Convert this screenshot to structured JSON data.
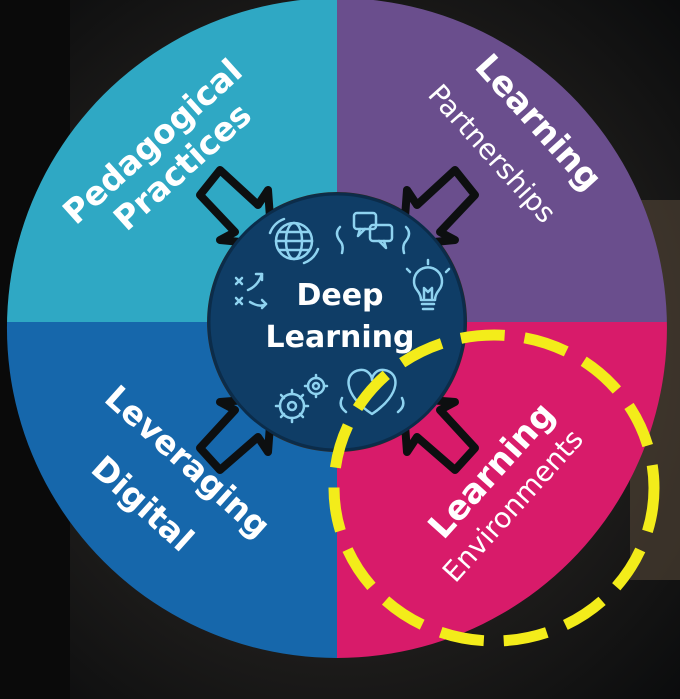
{
  "diagram": {
    "center": {
      "line1": "Deep",
      "line2": "Learning",
      "icons": [
        "globe-icon",
        "chat-bubbles-icon",
        "strategy-play-icon",
        "lightbulb-icon",
        "gears-icon",
        "heart-icon"
      ]
    },
    "segments": [
      {
        "id": "pedagogical-practices",
        "line1": "Pedagogical",
        "line2": "Practices",
        "color": "#2fa8c4"
      },
      {
        "id": "learning-partnerships",
        "line1": "Learning",
        "line2": "Partnerships",
        "color": "#6a4e8d"
      },
      {
        "id": "leveraging-digital",
        "line1": "Leveraging",
        "line2": "Digital",
        "color": "#1667ab"
      },
      {
        "id": "learning-environments",
        "line1": "Learning",
        "line2": "Environments",
        "color": "#d81b6a"
      }
    ],
    "highlight": {
      "target": "learning-environments",
      "color": "#f3ec1a",
      "style": "dashed"
    },
    "center_color": "#0f3d66",
    "background_color": "#141617"
  }
}
